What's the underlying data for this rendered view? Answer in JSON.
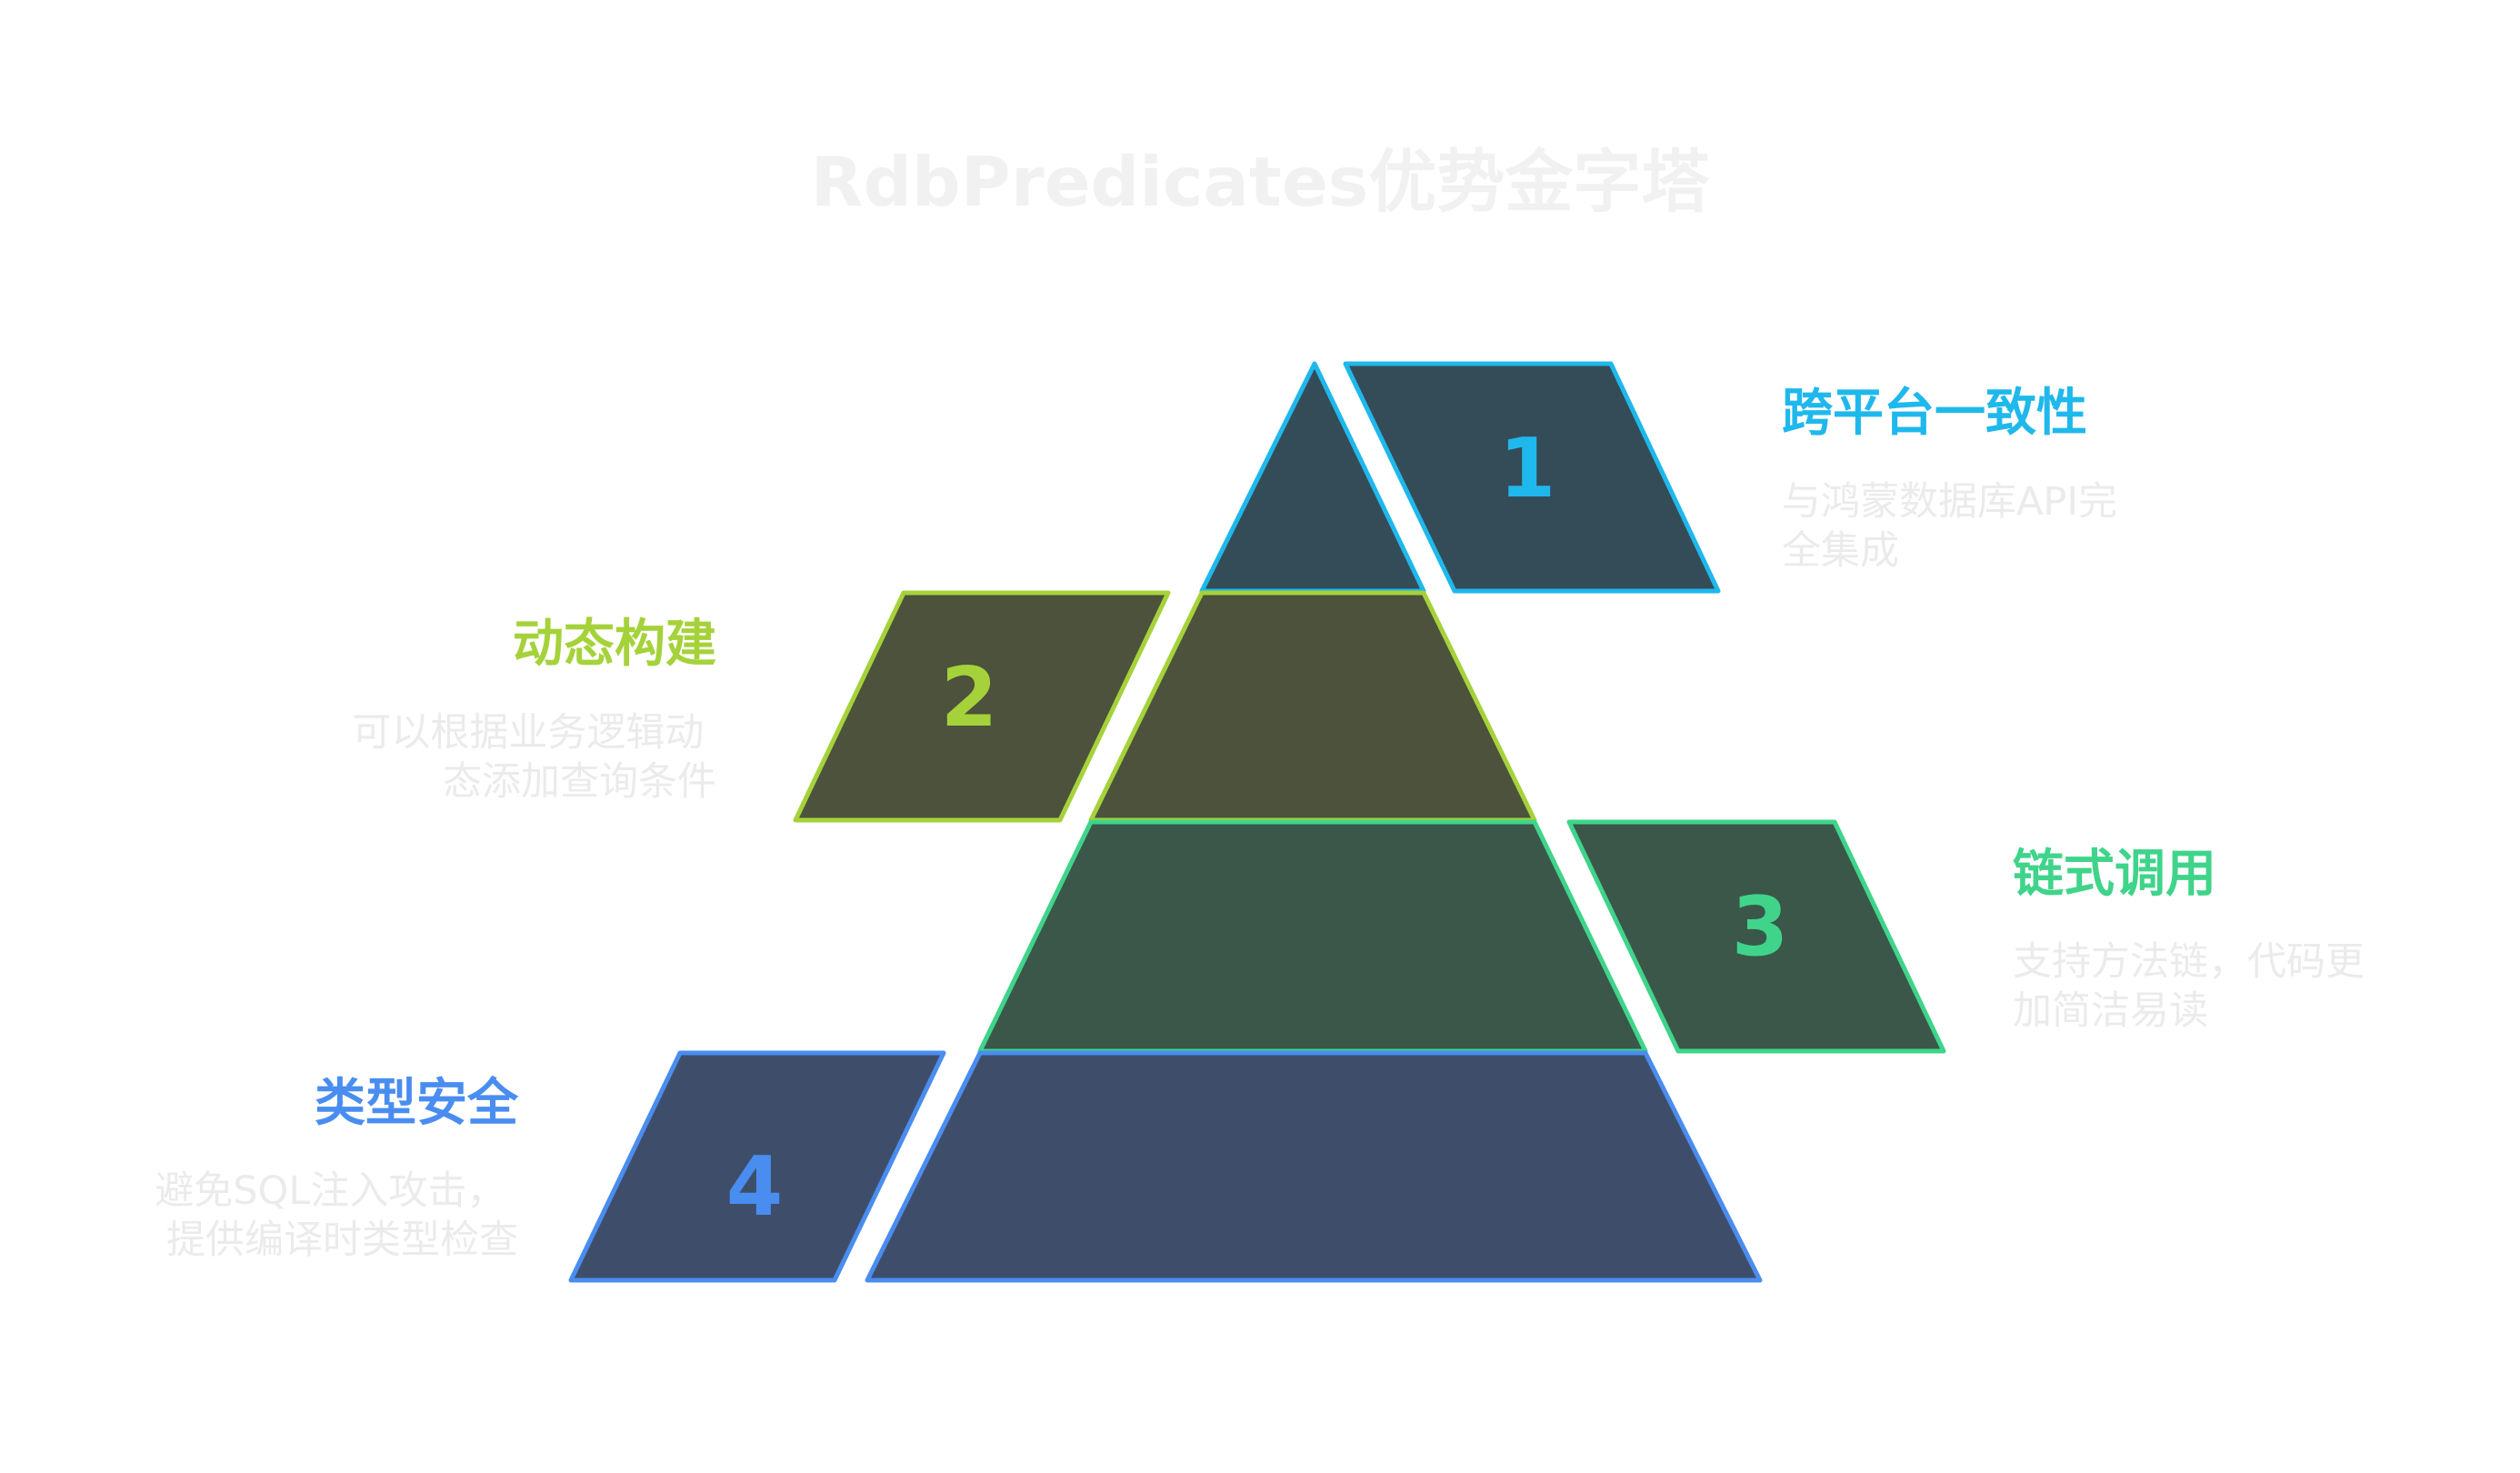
{
  "title": "RdbPredicates优势金字塔",
  "levels": [
    {
      "number": "1",
      "heading": "跨平台一致性",
      "description": [
        "与鸿蒙数据库API完",
        "全集成"
      ],
      "color": "#1fb8ec",
      "fill": "#344c57"
    },
    {
      "number": "2",
      "heading": "动态构建",
      "description": [
        "可以根据业务逻辑动",
        "态添加查询条件"
      ],
      "color": "#a5d23a",
      "fill": "#4c523b"
    },
    {
      "number": "3",
      "heading": "链式调用",
      "description": [
        "支持方法链，代码更",
        "加简洁易读"
      ],
      "color": "#3fd48a",
      "fill": "#3a5749"
    },
    {
      "number": "4",
      "heading": "类型安全",
      "description": [
        "避免SQL注入攻击，",
        "提供编译时类型检查"
      ],
      "color": "#4a8df0",
      "fill": "#3e4e6a"
    }
  ]
}
